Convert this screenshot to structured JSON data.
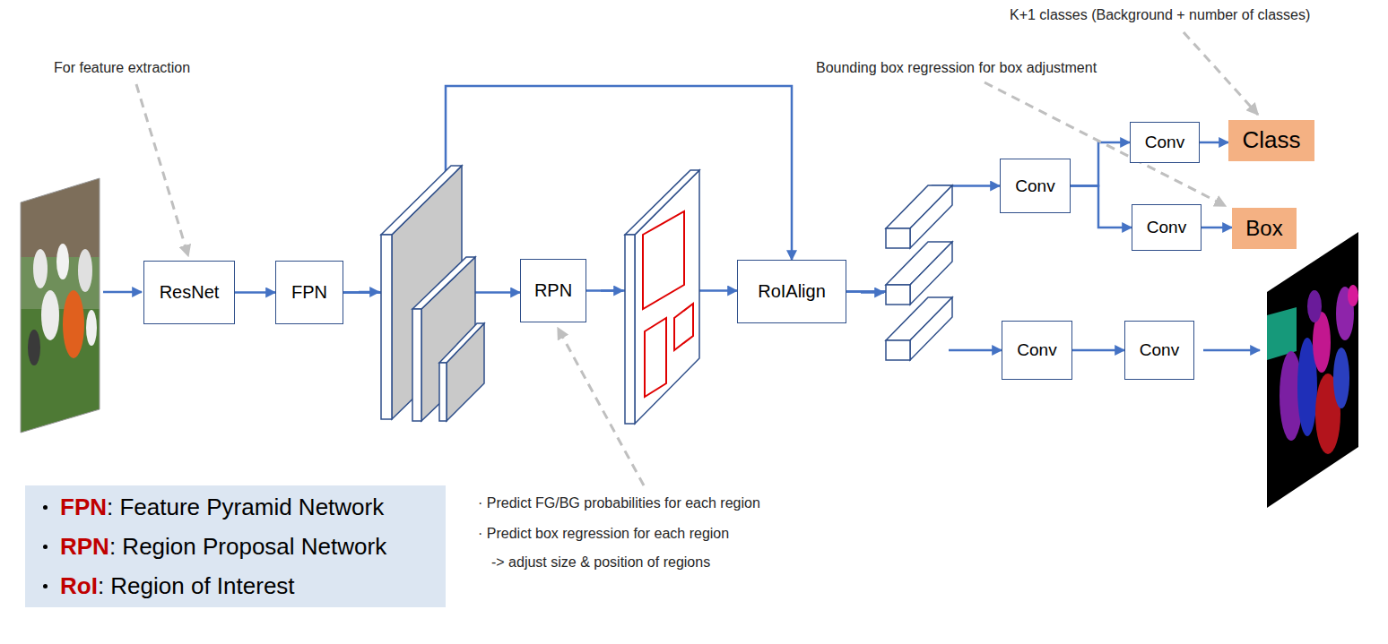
{
  "diagram": {
    "nodes": [
      {
        "text": [
          "ResNet"
        ]
      },
      {
        "text": [
          "FPN"
        ]
      },
      {
        "text": [
          "RPN"
        ]
      },
      {
        "text": [
          "RoIAlign"
        ]
      },
      {
        "text": [
          "Conv"
        ]
      },
      {
        "text": [
          "Conv"
        ]
      },
      {
        "text": [
          "Class"
        ]
      },
      {
        "text": [
          "Conv"
        ]
      },
      {
        "text": [
          "Box"
        ]
      },
      {
        "text": [
          "Conv"
        ]
      },
      {
        "text": [
          "Conv"
        ]
      },
      {
        "text": [
          "FPN",
          ": Feature Pyramid Network",
          "RPN",
          ": Region Proposal Network",
          "RoI",
          ": Region of Interest"
        ]
      }
    ],
    "edges": [
      {
        "from": 0,
        "to": 1,
        "arrow": "to"
      },
      {
        "from": 1,
        "to": 2,
        "arrow": "to"
      },
      {
        "from": 1,
        "to": 3,
        "arrow": "to"
      },
      {
        "from": 2,
        "to": 3,
        "arrow": "to"
      },
      {
        "from": 3,
        "to": 4,
        "arrow": "to"
      },
      {
        "from": 3,
        "to": 9,
        "arrow": "to"
      },
      {
        "from": 4,
        "to": 5,
        "arrow": "to"
      },
      {
        "from": 4,
        "to": 7,
        "arrow": "to"
      },
      {
        "from": 5,
        "to": 6,
        "arrow": "to"
      },
      {
        "from": 7,
        "to": 8,
        "arrow": "to"
      },
      {
        "from": 9,
        "to": 10,
        "arrow": "to"
      }
    ],
    "labels": [
      "For feature extraction",
      "K+1 classes (Background + number of classes)",
      "Bounding box regression for box adjustment",
      "· Predict FG/BG probabilities for each region",
      "· Predict box regression for each region",
      "-> adjust size & position of regions"
    ]
  }
}
